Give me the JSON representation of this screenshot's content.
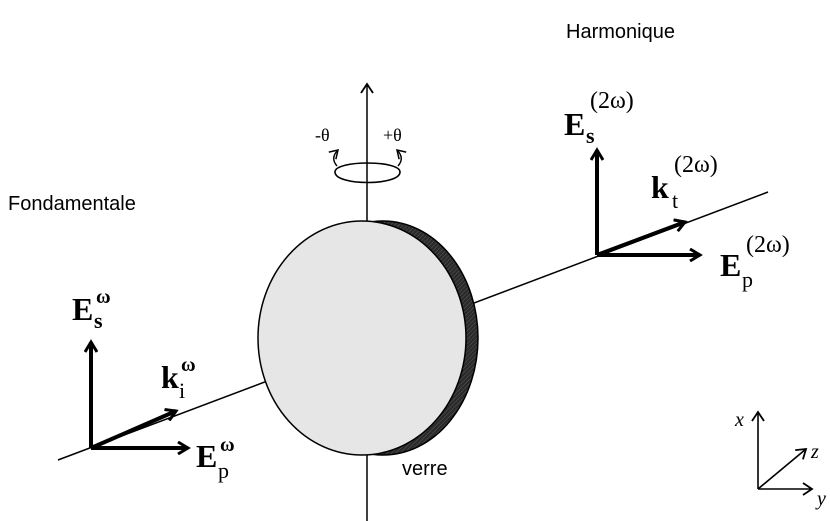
{
  "labels": {
    "harmonique": "Harmonique",
    "fondamentale": "Fondamentale",
    "verre": "verre",
    "minus_theta": "-θ",
    "plus_theta": "+θ"
  },
  "vectors": {
    "Es_omega": {
      "main": "E",
      "sub": "s",
      "sup": "ω"
    },
    "ki_omega": {
      "main": "k",
      "sub": "i",
      "sup": "ω"
    },
    "Ep_omega": {
      "main": "E",
      "sub": "p",
      "sup": "ω"
    },
    "Es_2omega": {
      "main": "E",
      "sub": "s",
      "sup": "(2ω)"
    },
    "kt_2omega": {
      "main": "k",
      "sub": "t",
      "sup": "(2ω)"
    },
    "Ep_2omega": {
      "main": "E",
      "sub": "p",
      "sup": "(2ω)"
    }
  },
  "axes": {
    "x": "x",
    "y": "y",
    "z": "z"
  },
  "colors": {
    "ink": "#000000",
    "disk_face": "#e6e6e6",
    "disk_edge": "#1a1a1a"
  }
}
